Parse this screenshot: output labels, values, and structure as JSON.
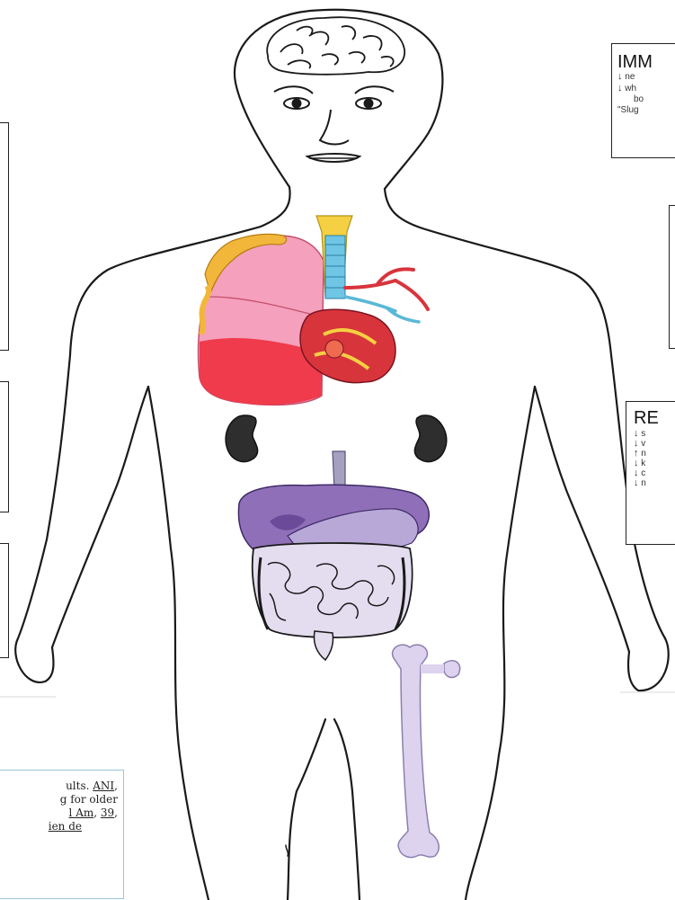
{
  "immune_box": {
    "title": "IMM",
    "lines": [
      {
        "arrow": "down",
        "text": "ne"
      },
      {
        "arrow": "down",
        "text": "wh"
      },
      {
        "arrow": "",
        "text": "bo"
      },
      {
        "arrow": "",
        "text": "\"Slug"
      }
    ]
  },
  "respiratory_box": {
    "title": "RE",
    "lines": [
      {
        "arrow": "down",
        "text": "s"
      },
      {
        "arrow": "down",
        "text": "v"
      },
      {
        "arrow": "up",
        "text": "n"
      },
      {
        "arrow": "down",
        "text": "k"
      },
      {
        "arrow": "down",
        "text": "c"
      },
      {
        "arrow": "down",
        "text": "n"
      }
    ]
  },
  "citation": {
    "line1_prefix": "ults. ",
    "line1_underlined": "ANI",
    "line1_suffix": ",",
    "line2": "g for older",
    "line3_underlined": "l Am",
    "line3_mid": ", ",
    "line3_underlined2": "39",
    "line3_suffix": ",",
    "line4_underlined": "ien de"
  },
  "colors": {
    "outline": "#1a1a1a",
    "lung": "#f28aa8",
    "lung_lower": "#ee3c4c",
    "heart": "#d8343c",
    "trachea": "#f5d042",
    "bronchi": "#5bb8d8",
    "digestive": "#9a80bd",
    "intestine": "#c9bfdd",
    "bone": "#ddd3ee",
    "kidney": "#3a3a3a"
  }
}
